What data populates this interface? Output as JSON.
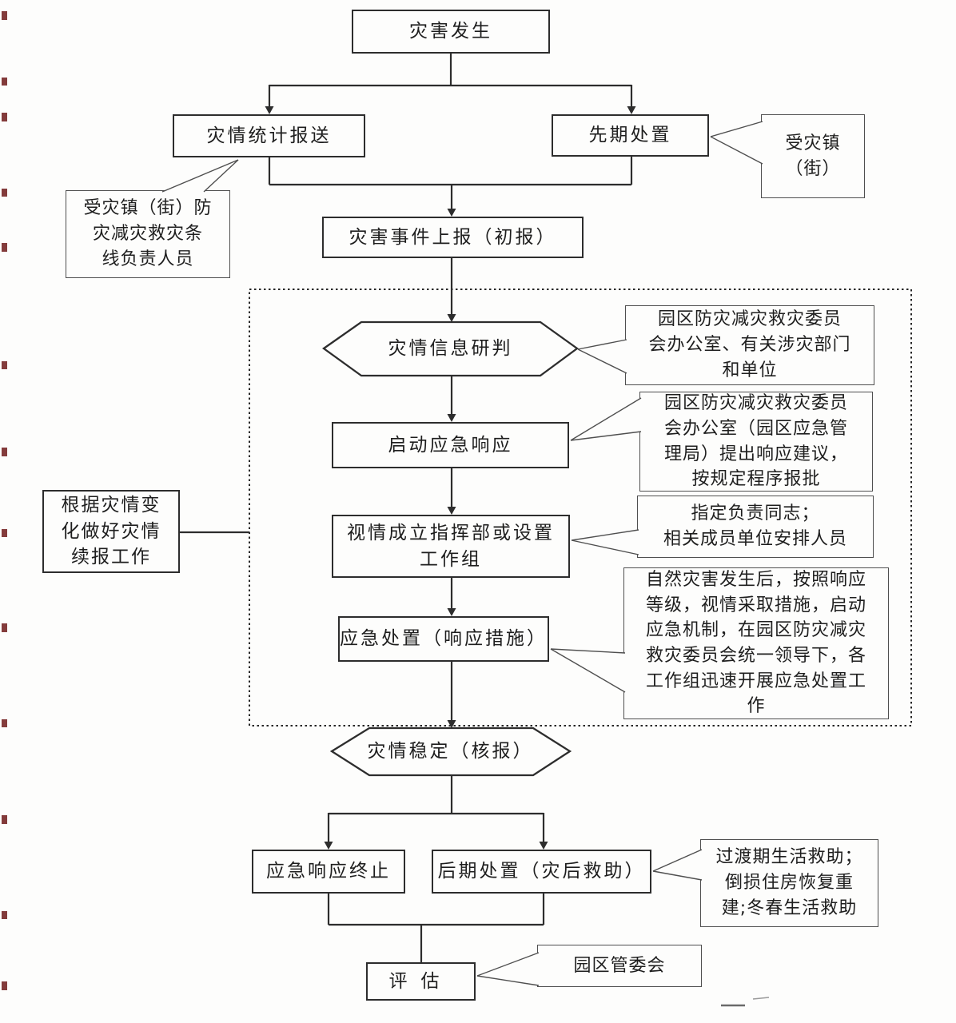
{
  "nodes": {
    "disaster_occurs": {
      "label": "灾害发生"
    },
    "stats_report": {
      "label": "灾情统计报送"
    },
    "initial_disposal": {
      "label": "先期处置"
    },
    "event_report": {
      "label": "灾害事件上报（初报）"
    },
    "info_assessment": {
      "label": "灾情信息研判"
    },
    "start_response": {
      "label": "启动应急响应"
    },
    "setup_hq": {
      "label": "视情成立指挥部或设置\n工作组"
    },
    "emergency_disposal": {
      "label": "应急处置（响应措施）"
    },
    "disaster_stable": {
      "label": "灾情稳定（核报）"
    },
    "response_end": {
      "label": "应急响应终止"
    },
    "later_disposal": {
      "label": "后期处置（灾后救助）"
    },
    "evaluation": {
      "label": "评估"
    }
  },
  "side_notes": {
    "continued_report": {
      "label": "根据灾情变\n化做好灾情\n续报工作"
    }
  },
  "callouts": {
    "affected_town": {
      "label": "受灾镇\n（街）"
    },
    "town_line_staff": {
      "label": "受灾镇（街）防\n灾减灾救灾条\n线负责人员"
    },
    "committee_office": {
      "label": "园区防灾减灾救灾委员\n会办公室、有关涉灾部门\n和单位"
    },
    "response_suggestion": {
      "label": "园区防灾减灾救灾委员\n会办公室（园区应急管\n理局）提出响应建议，\n按规定程序报批"
    },
    "designate_staff": {
      "label": "指定负责同志；\n相关成员单位安排人员"
    },
    "response_measures": {
      "label": "自然灾害发生后，按照响应\n等级，视情采取措施，启动\n应急机制，在园区防灾减灾\n救灾委员会统一领导下，各\n工作组迅速开展应急处置工\n作"
    },
    "post_disaster_relief": {
      "label": "过渡期生活救助；\n倒损住房恢复重\n建;冬春生活救助"
    },
    "management_committee": {
      "label": "园区管委会"
    }
  },
  "colors": {
    "flow_line": "#2d2d2d",
    "node_border": "#2d2d2d",
    "callout_border": "#4f4f4f",
    "background": "#fdfdfc",
    "text": "#1e1e1e",
    "margin_mark": "#6e1a1a"
  }
}
